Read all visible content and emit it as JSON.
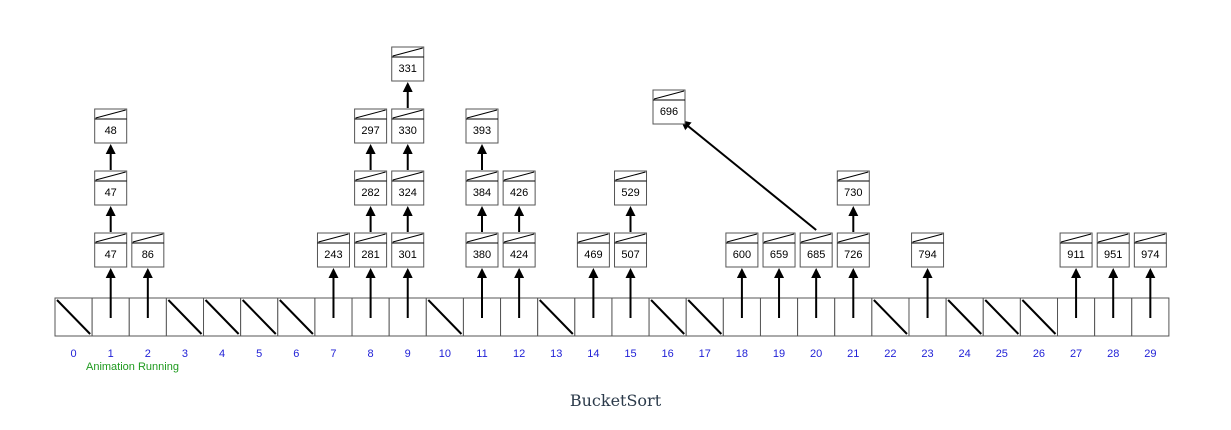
{
  "caption": "BucketSort",
  "status": "Animation Running",
  "colors": {
    "index_label": "#1f1fd6",
    "status": "#1e9a1e",
    "box_border": "#555555",
    "arrow": "#000000",
    "caption": "#2b3a4a"
  },
  "bucket_indices": [
    "0",
    "1",
    "2",
    "3",
    "4",
    "5",
    "6",
    "7",
    "8",
    "9",
    "10",
    "11",
    "12",
    "13",
    "14",
    "15",
    "16",
    "17",
    "18",
    "19",
    "20",
    "21",
    "22",
    "23",
    "24",
    "25",
    "26",
    "27",
    "28",
    "29"
  ],
  "buckets": [
    {
      "index": 0,
      "items": []
    },
    {
      "index": 1,
      "items": [
        "47",
        "47",
        "48"
      ]
    },
    {
      "index": 2,
      "items": [
        "86"
      ]
    },
    {
      "index": 3,
      "items": []
    },
    {
      "index": 4,
      "items": []
    },
    {
      "index": 5,
      "items": []
    },
    {
      "index": 6,
      "items": []
    },
    {
      "index": 7,
      "items": [
        "243"
      ]
    },
    {
      "index": 8,
      "items": [
        "281",
        "282",
        "297"
      ]
    },
    {
      "index": 9,
      "items": [
        "301",
        "324",
        "330",
        "331"
      ]
    },
    {
      "index": 10,
      "items": []
    },
    {
      "index": 11,
      "items": [
        "380",
        "384",
        "393"
      ]
    },
    {
      "index": 12,
      "items": [
        "424",
        "426"
      ]
    },
    {
      "index": 13,
      "items": []
    },
    {
      "index": 14,
      "items": [
        "469"
      ]
    },
    {
      "index": 15,
      "items": [
        "507",
        "529"
      ]
    },
    {
      "index": 16,
      "items": []
    },
    {
      "index": 17,
      "items": []
    },
    {
      "index": 18,
      "items": [
        "600"
      ]
    },
    {
      "index": 19,
      "items": [
        "659"
      ]
    },
    {
      "index": 20,
      "items": [
        "685"
      ]
    },
    {
      "index": 21,
      "items": [
        "726",
        "730"
      ]
    },
    {
      "index": 22,
      "items": []
    },
    {
      "index": 23,
      "items": [
        "794"
      ]
    },
    {
      "index": 24,
      "items": []
    },
    {
      "index": 25,
      "items": []
    },
    {
      "index": 26,
      "items": []
    },
    {
      "index": 27,
      "items": [
        "911"
      ]
    },
    {
      "index": 28,
      "items": [
        "951"
      ]
    },
    {
      "index": 29,
      "items": [
        "974"
      ]
    }
  ],
  "moving_item": {
    "value": "696",
    "from_bucket": 20
  }
}
